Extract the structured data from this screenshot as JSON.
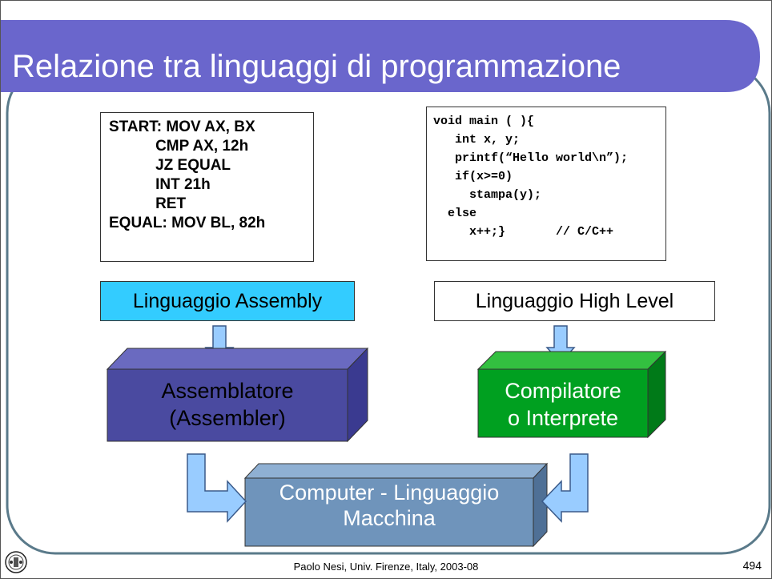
{
  "slide": {
    "title": "Relazione tra linguaggi di programmazione",
    "footer": "Paolo Nesi, Univ. Firenze, Italy, 2003-08",
    "page_number": "494"
  },
  "assembly_code": [
    "START: MOV AX, BX",
    "           CMP AX, 12h",
    "           JZ EQUAL",
    "           INT 21h",
    "           RET",
    "EQUAL: MOV BL, 82h"
  ],
  "high_level_code": [
    "void main ( ){",
    "   int x, y;",
    "   printf(“Hello world\\n”);",
    "   if(x>=0)",
    "     stampa(y);",
    "  else",
    "     x++;}       // C/C++"
  ],
  "nodes": {
    "assembly_language": "Linguaggio Assembly",
    "high_level_language": "Linguaggio High Level",
    "assembler_line1": "Assemblatore",
    "assembler_line2": "(Assembler)",
    "compiler_line1": "Compilatore",
    "compiler_line2": "o Interprete",
    "computer_line1": "Computer - Linguaggio",
    "computer_line2": "Macchina"
  },
  "colors": {
    "title_bar": "#6a66cc",
    "frame_border": "#5a7a8a",
    "assembly_box": "#33ccff",
    "assembler_block": "#4a4aa0",
    "compiler_block": "#00a020",
    "computer_block": "#6f94bb",
    "arrow_fill": "#99ccff"
  }
}
